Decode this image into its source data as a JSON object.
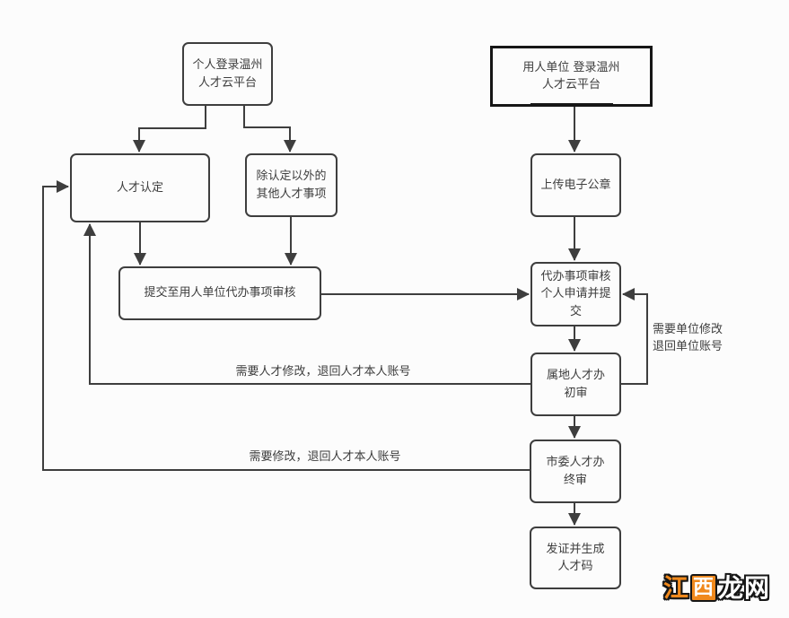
{
  "diagram": {
    "nodes": {
      "personal_login": {
        "label": "个人登录温州\n人才云平台"
      },
      "employer_login": {
        "label": "用人单位 登录温州\n人才云平台"
      },
      "talent_identification": {
        "label": "人才认定"
      },
      "other_matters": {
        "label": "除认定以外的\n其他人才事项"
      },
      "submit_agency_review": {
        "label": "提交至用人单位代办事项审核"
      },
      "upload_seal": {
        "label": "上传电子公章"
      },
      "agency_review": {
        "label": "代办事项审核\n个人申请并提\n交"
      },
      "local_review": {
        "label": "属地人才办\n初审"
      },
      "final_review": {
        "label": "市委人才办\n终审"
      },
      "issue_code": {
        "label": "发证并生成\n人才码"
      }
    },
    "edge_labels": {
      "return_to_unit": "需要单位修改\n退回单位账号",
      "return_to_talent_local": "需要人才修改，退回人才本人账号",
      "return_to_talent_final": "需要修改，退回人才本人账号"
    },
    "colors": {
      "line": "#3e3e3e",
      "text": "#3d3d3d",
      "background": "#fcfcfc",
      "strong_border": "#161616"
    }
  },
  "watermark": {
    "char_jiang": "江",
    "char_xi": "西",
    "chars_longwang": "龙网",
    "orange": "#f0891d",
    "outline": "#161616"
  }
}
